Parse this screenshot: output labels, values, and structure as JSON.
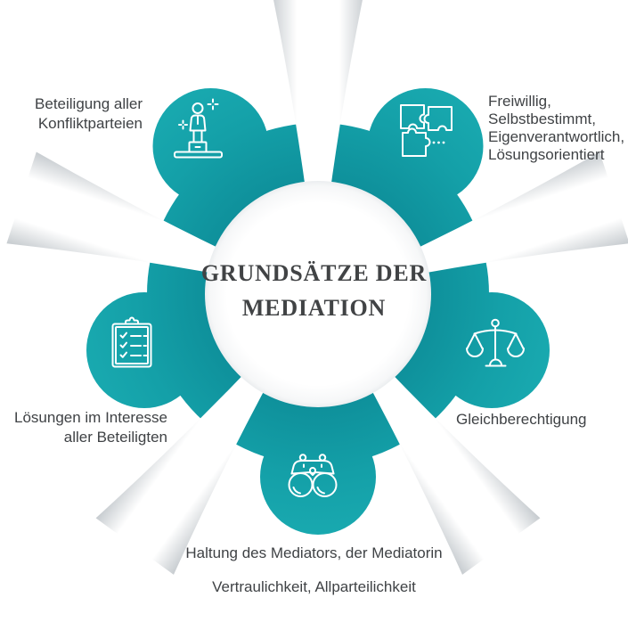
{
  "diagram": {
    "title": "GRUNDSÄTZE DER\nMEDIATION",
    "segments": [
      {
        "position": "top-left",
        "icon": "person-on-podium-icon",
        "label": "Beteiligung aller\nKonfliktparteien"
      },
      {
        "position": "top-right",
        "icon": "puzzle-pieces-icon",
        "label": "Freiwillig,\nSelbstbestimmt,\nEigenverantwortlich,\nLösungsorientiert"
      },
      {
        "position": "right",
        "icon": "balance-scale-icon",
        "label": "Gleichberechtigung"
      },
      {
        "position": "bottom",
        "icon": "binoculars-icon",
        "label": "Haltung des Mediators, der Mediatorin"
      },
      {
        "position": "bottom-2",
        "icon": "",
        "label": "Vertraulichkeit, Allparteilichkeit"
      },
      {
        "position": "left",
        "icon": "checklist-clipboard-icon",
        "label": "Lösungen im Interesse\naller Beteiligten"
      }
    ],
    "colors": {
      "teal": "#14a0a8",
      "teal_dark": "#0e909b",
      "teal_light": "#1aabb1",
      "icon_stroke": "#ffffff",
      "text": "#3f4245",
      "title_text": "#414345",
      "wedge_shadow": "#c6cbcf",
      "background": "#ffffff"
    }
  }
}
